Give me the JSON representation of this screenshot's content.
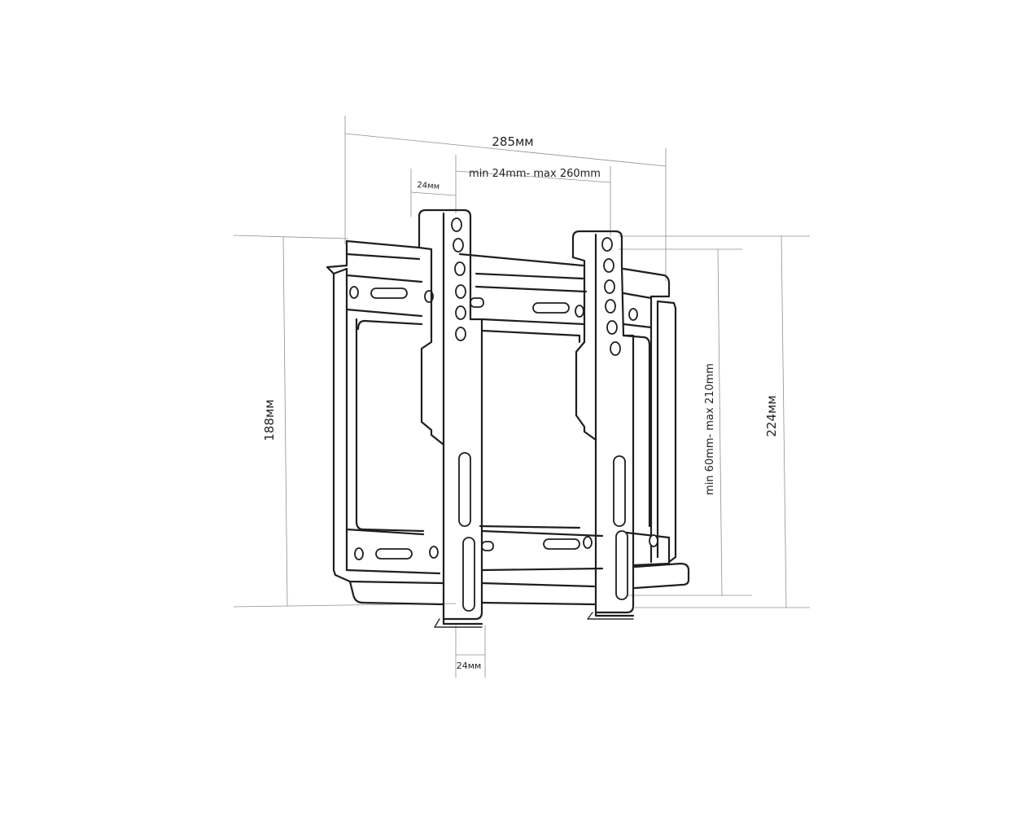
{
  "dimensions": {
    "total_width": "285мм",
    "arm_spacing_range": "min 24mm- max 260mm",
    "arm_width_top": "24мм",
    "arm_width_bottom": "24мм",
    "frame_height": "188мм",
    "arm_height": "224мм",
    "vesa_vertical_range": "min 60mm- max 210mm"
  }
}
